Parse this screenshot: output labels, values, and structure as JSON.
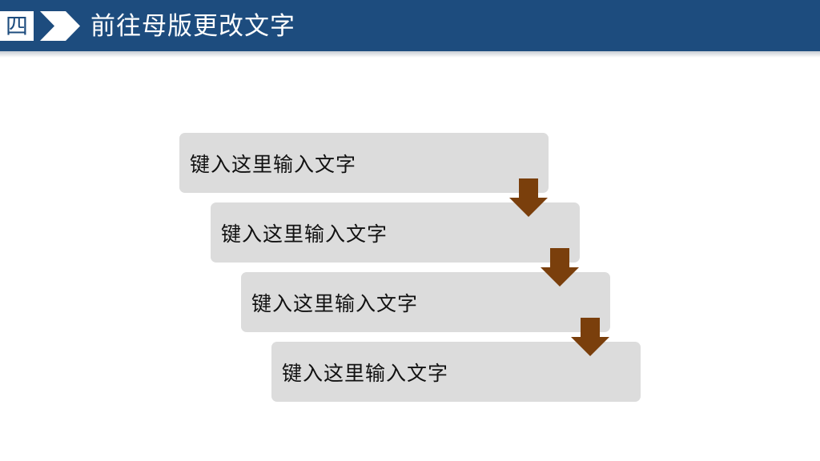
{
  "header": {
    "number": "四",
    "title": "前往母版更改文字",
    "color": "#1d4c7e"
  },
  "steps": [
    {
      "label": "键入这里输入文字"
    },
    {
      "label": "键入这里输入文字"
    },
    {
      "label": "键入这里输入文字"
    },
    {
      "label": "键入这里输入文字"
    }
  ],
  "colors": {
    "box": "#dcdcdc",
    "arrow": "#7a3f0c"
  },
  "icons": [
    "chevron-right-icon",
    "arrow-down-icon"
  ]
}
